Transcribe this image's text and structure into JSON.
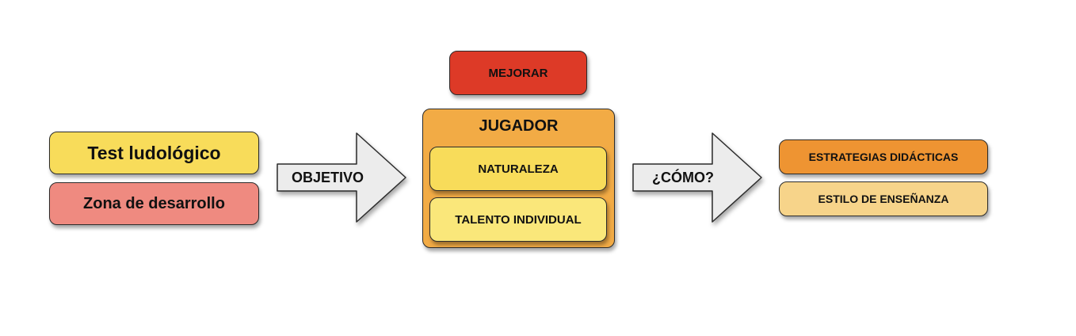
{
  "inputs": {
    "test_label": "Test ludológico",
    "zone_label": "Zona de desarrollo"
  },
  "arrows": {
    "objective_label": "OBJETIVO",
    "how_label": "¿CÓMO?"
  },
  "center": {
    "improve_label": "MEJORAR",
    "player_title": "JUGADOR",
    "nature_label": "NATURALEZA",
    "talent_label": "TALENTO INDIVIDUAL"
  },
  "outputs": {
    "strategies_label": "ESTRATEGIAS DIDÁCTICAS",
    "style_label": "ESTILO DE ENSEÑANZA"
  },
  "colors": {
    "yellow": "#f8dc5a",
    "pink": "#ef8a80",
    "red": "#dd3a27",
    "orange": "#f2ab45",
    "light_yellow": "#fae77a",
    "deep_orange": "#ee9432",
    "pale_orange": "#f7d48a",
    "arrow_fill": "#ececec"
  }
}
